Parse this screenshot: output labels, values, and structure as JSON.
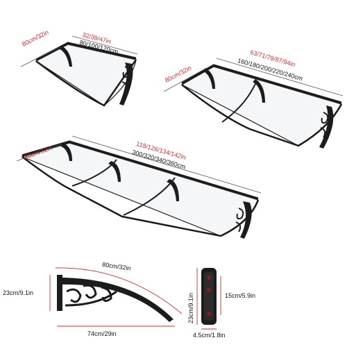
{
  "colors": {
    "frame": "#1c1c1c",
    "panel": "#f4f6f8",
    "dim_red": "#d42a2a",
    "text": "#111111"
  },
  "canopy_small": {
    "depth_label": "80cm/32in",
    "width_in_label": "32/39/47in",
    "width_cm_label": "80/100/120cm"
  },
  "canopy_medium": {
    "depth_label": "80cm/32in",
    "width_in_label": "63/71/79/87/94in",
    "width_cm_label": "160/180/200/220/240cm"
  },
  "canopy_large": {
    "depth_label": "80cm/32in",
    "width_in_label": "118/126/134/142in",
    "width_cm_label": "300/320/340/360cm"
  },
  "bracket_side": {
    "arc_label": "80cm/32in",
    "height_label": "23cm/9.1in",
    "base_label": "74cm/29in"
  },
  "bracket_end": {
    "height_label": "23cm/9.1in",
    "inner_label": "15cm/5.9in",
    "width_label": "4.5cm/1.8in"
  }
}
